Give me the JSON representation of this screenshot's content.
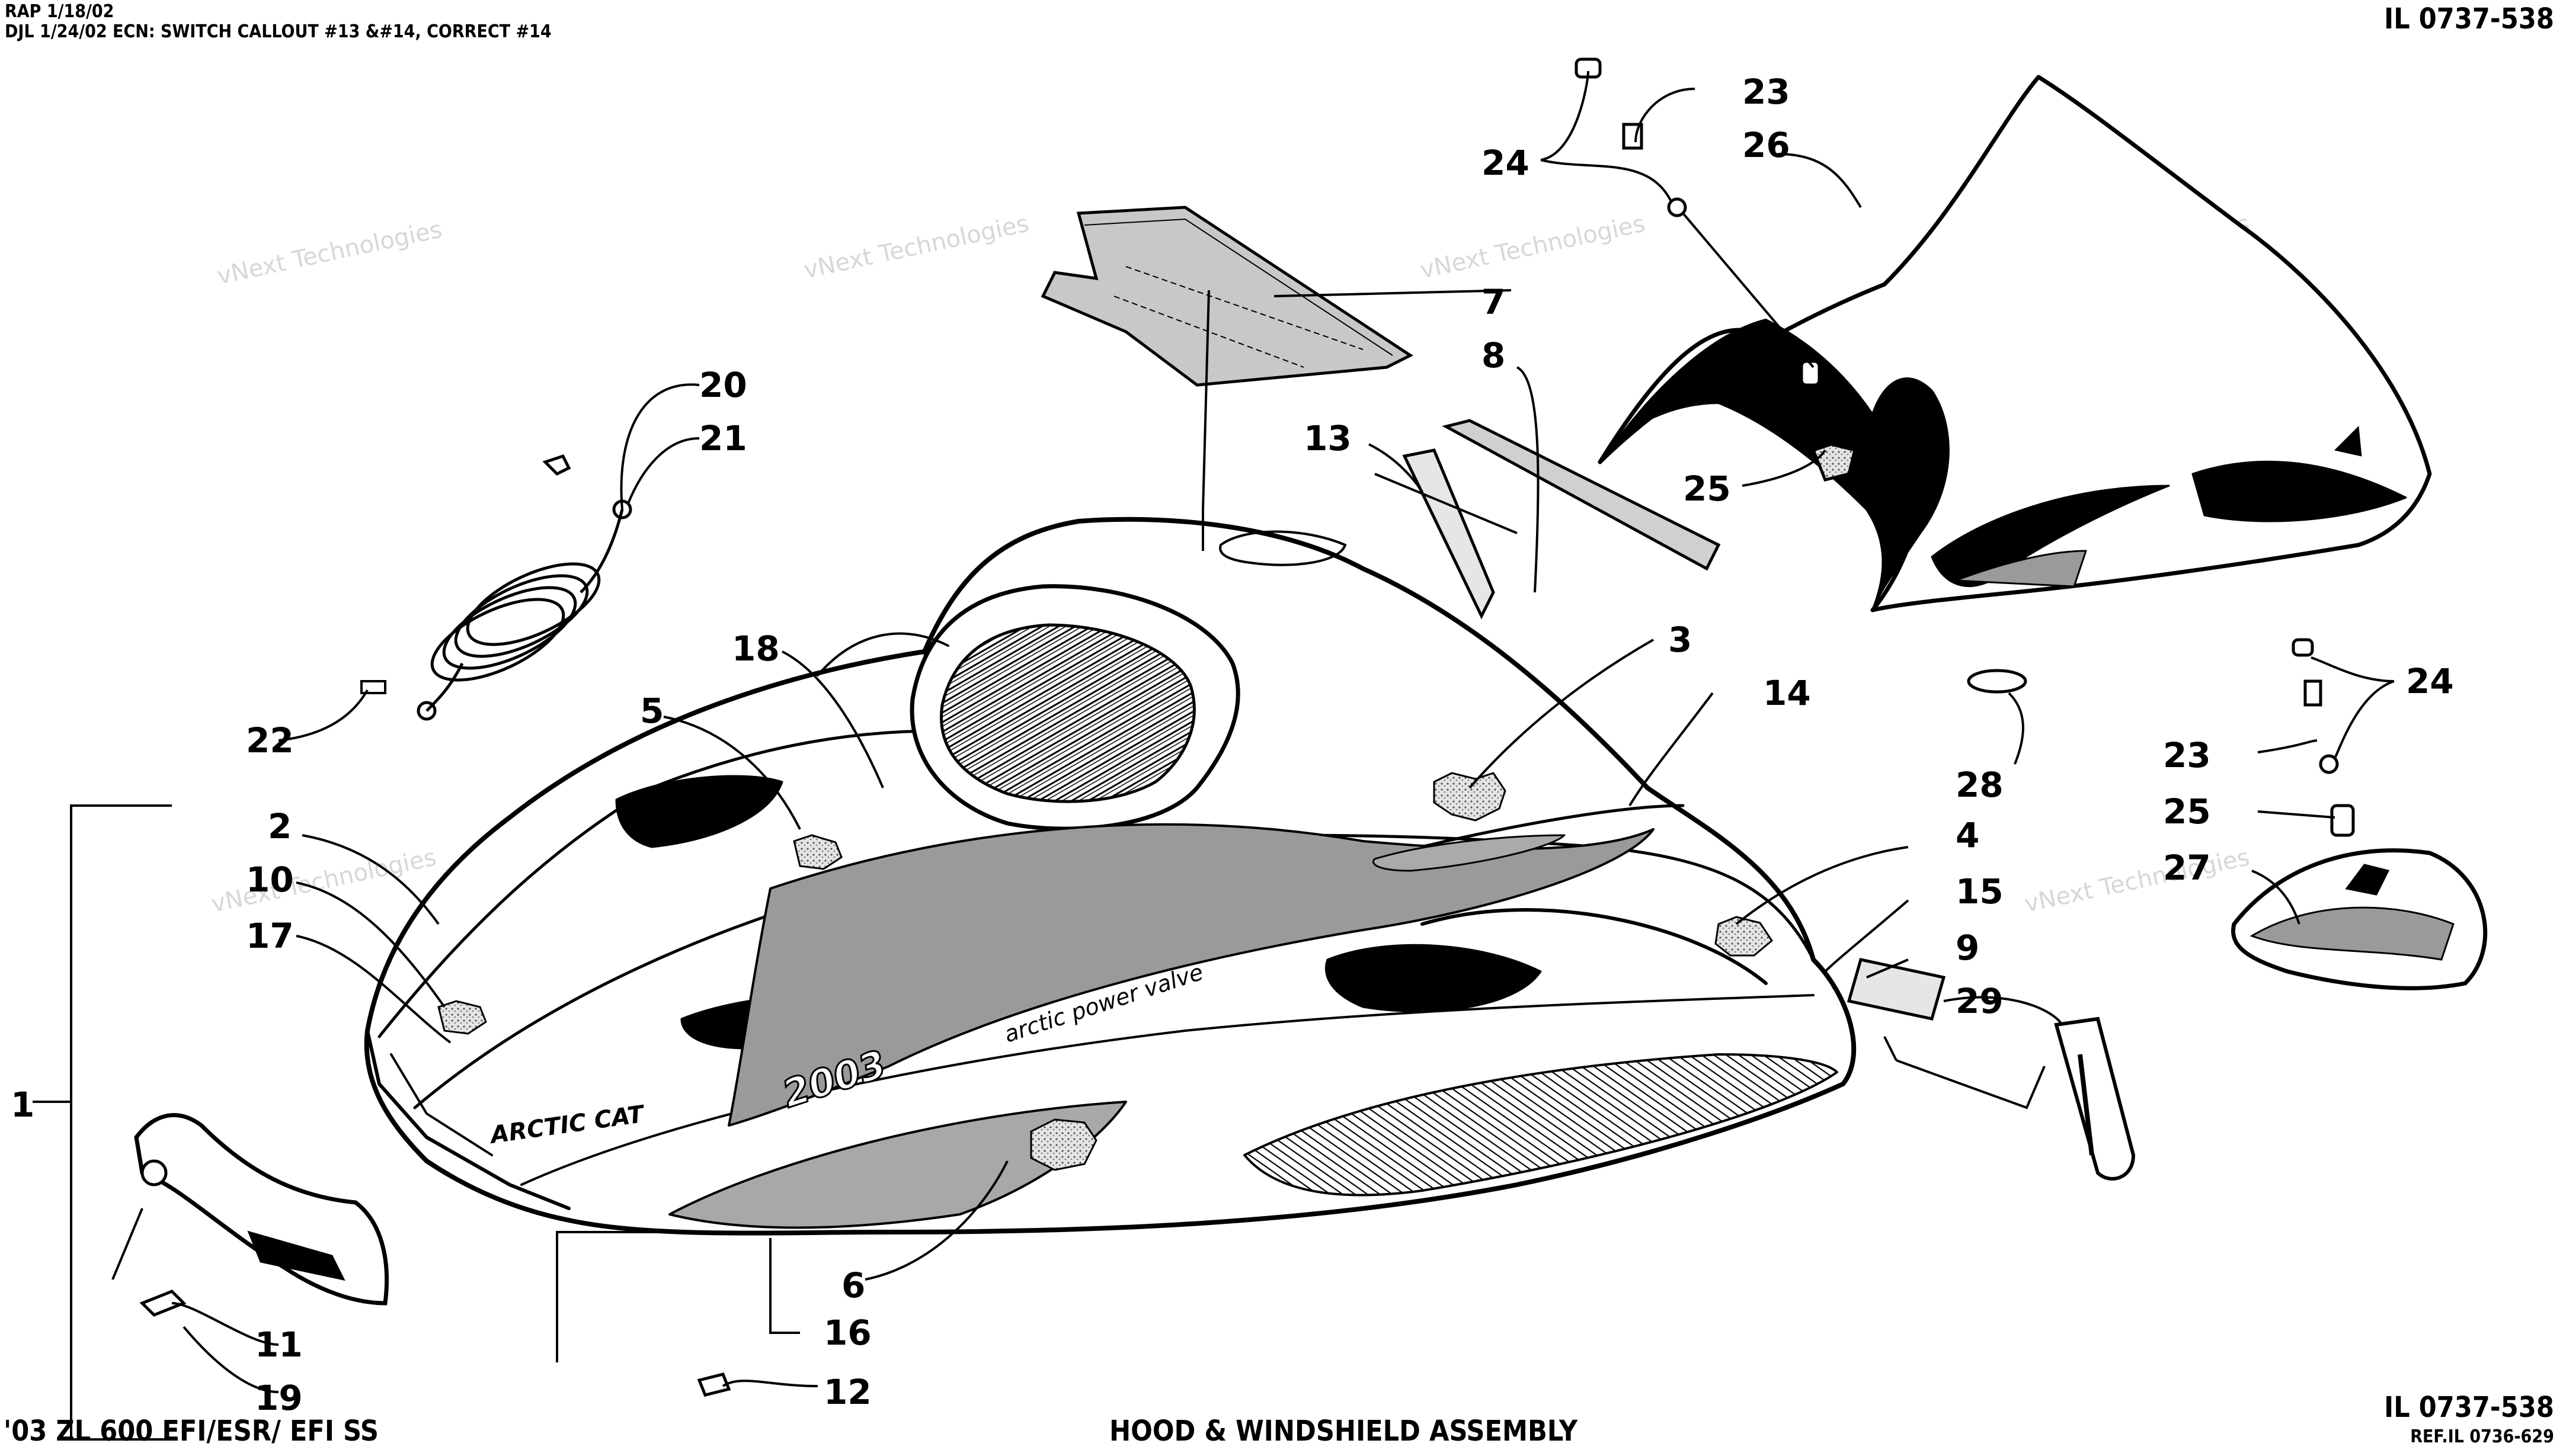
{
  "header": {
    "line1": "RAP 1/18/02",
    "line2": "DJL 1/24/02 ECN: SWITCH CALLOUT #13 &#14, CORRECT #14",
    "top_right": "IL 0737-538"
  },
  "footer": {
    "model": "'03 ZL 600 EFI/ESR/ EFI SS",
    "title": "HOOD & WINDSHIELD ASSEMBLY",
    "il": "IL 0737-538",
    "ref": "REF.IL 0736-629"
  },
  "hood_decals": {
    "brand": "ARCTIC CAT",
    "side_text": "arctic power valve",
    "year_text": "2003"
  },
  "watermark": {
    "line1": "vNext Technologies",
    "line2": "vNext",
    "line3": "Technologies"
  },
  "callouts": [
    "1",
    "2",
    "3",
    "4",
    "5",
    "6",
    "7",
    "8",
    "9",
    "10",
    "11",
    "12",
    "13",
    "14",
    "15",
    "16",
    "17",
    "18",
    "19",
    "20",
    "21",
    "22",
    "23",
    "24",
    "25",
    "26",
    "27",
    "28",
    "29"
  ]
}
